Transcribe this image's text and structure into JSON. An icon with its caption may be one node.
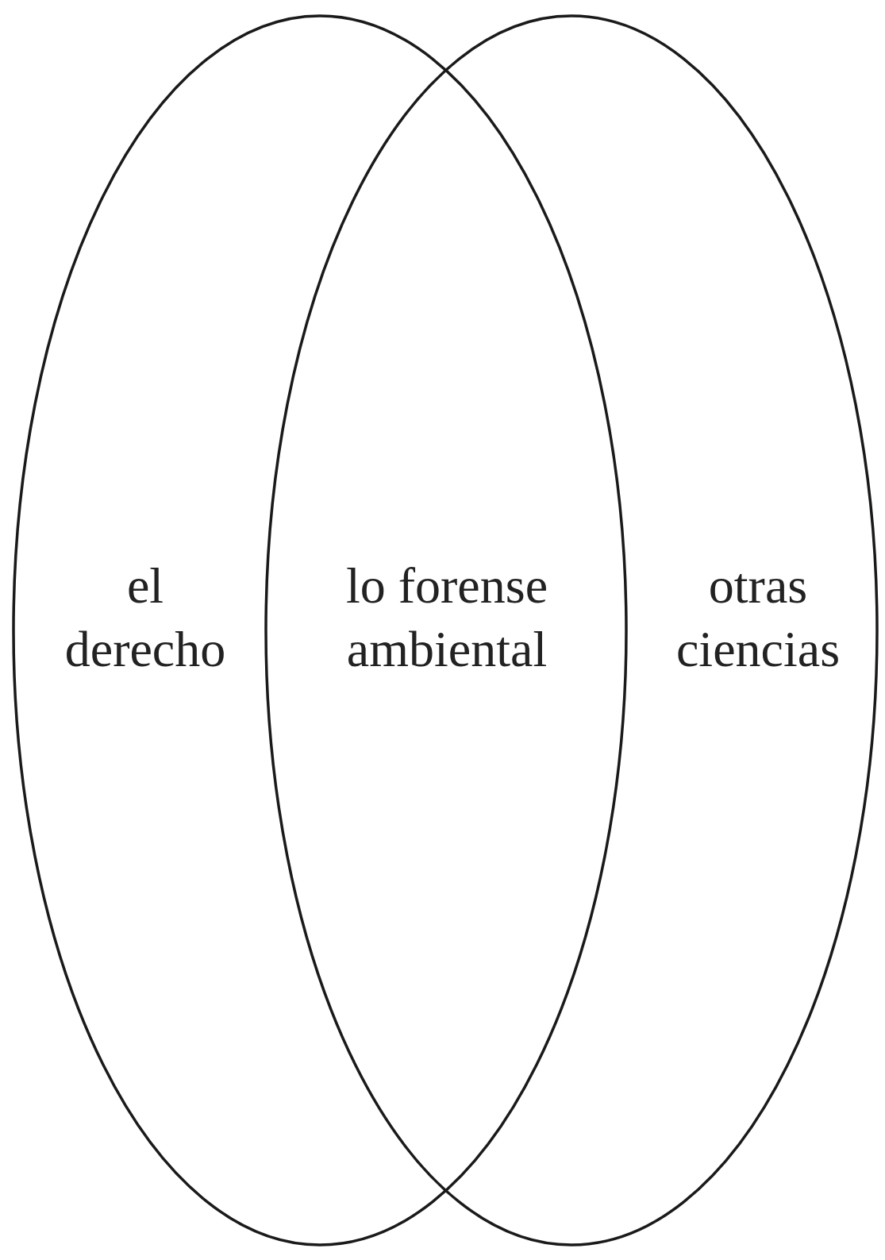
{
  "diagram": {
    "nodes": [
      {
        "text": [
          "el derecho"
        ]
      },
      {
        "text": [
          "otras ciencias"
        ]
      }
    ],
    "labels": [
      "lo forense ambiental"
    ]
  }
}
